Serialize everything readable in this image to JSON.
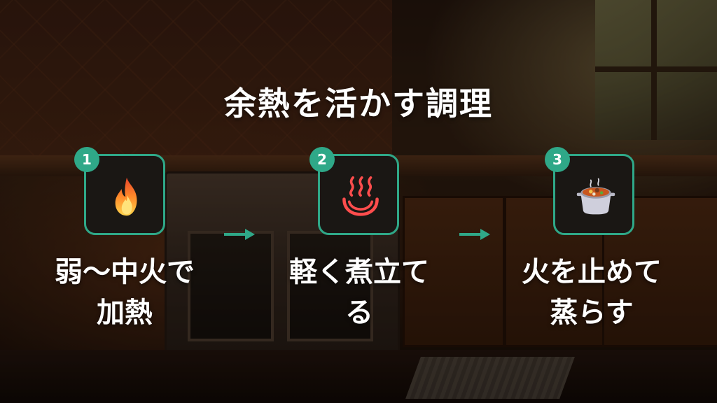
{
  "title": "余熱を活かす調理",
  "accent_color": "#2fa888",
  "steps": [
    {
      "number": "1",
      "icon": "fire-icon",
      "label_line1": "弱〜中火で",
      "label_line2": "加熱"
    },
    {
      "number": "2",
      "icon": "hot-springs-icon",
      "label_line1": "軽く煮立て",
      "label_line2": "る"
    },
    {
      "number": "3",
      "icon": "stew-pot-icon",
      "label_line1": "火を止めて",
      "label_line2": "蒸らす"
    }
  ],
  "arrows": [
    "arrow-right-icon",
    "arrow-right-icon"
  ]
}
